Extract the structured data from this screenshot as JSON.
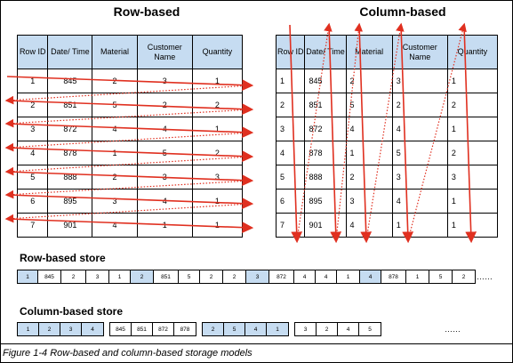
{
  "row_title": "Row-based",
  "col_title": "Column-based",
  "headers": [
    "Row ID",
    "Date/ Time",
    "Material",
    "Customer Name",
    "Quantity"
  ],
  "rows": [
    [
      "1",
      "845",
      "2",
      "3",
      "1"
    ],
    [
      "2",
      "851",
      "5",
      "2",
      "2"
    ],
    [
      "3",
      "872",
      "4",
      "4",
      "1"
    ],
    [
      "4",
      "878",
      "1",
      "5",
      "2"
    ],
    [
      "5",
      "888",
      "2",
      "3",
      "3"
    ],
    [
      "6",
      "895",
      "3",
      "4",
      "1"
    ],
    [
      "7",
      "901",
      "4",
      "1",
      "1"
    ]
  ],
  "row_store_title": "Row-based store",
  "row_store": [
    "1",
    "845",
    "2",
    "3",
    "1",
    "2",
    "851",
    "5",
    "2",
    "2",
    "3",
    "872",
    "4",
    "4",
    "1",
    "4",
    "878",
    "1",
    "5",
    "2"
  ],
  "col_store_title": "Column-based store",
  "col_store_groups": [
    {
      "values": [
        "1",
        "2",
        "3",
        "4"
      ],
      "shaded": true
    },
    {
      "values": [
        "845",
        "851",
        "872",
        "878"
      ],
      "shaded": false
    },
    {
      "values": [
        "2",
        "5",
        "4",
        "1"
      ],
      "shaded": true
    },
    {
      "values": [
        "3",
        "2",
        "4",
        "5"
      ],
      "shaded": false
    }
  ],
  "ellipsis": "……",
  "caption": "Figure 1-4   Row-based and column-based storage models",
  "colors": {
    "header_fill": "#c6dcf1",
    "arrow": "#e03020"
  }
}
